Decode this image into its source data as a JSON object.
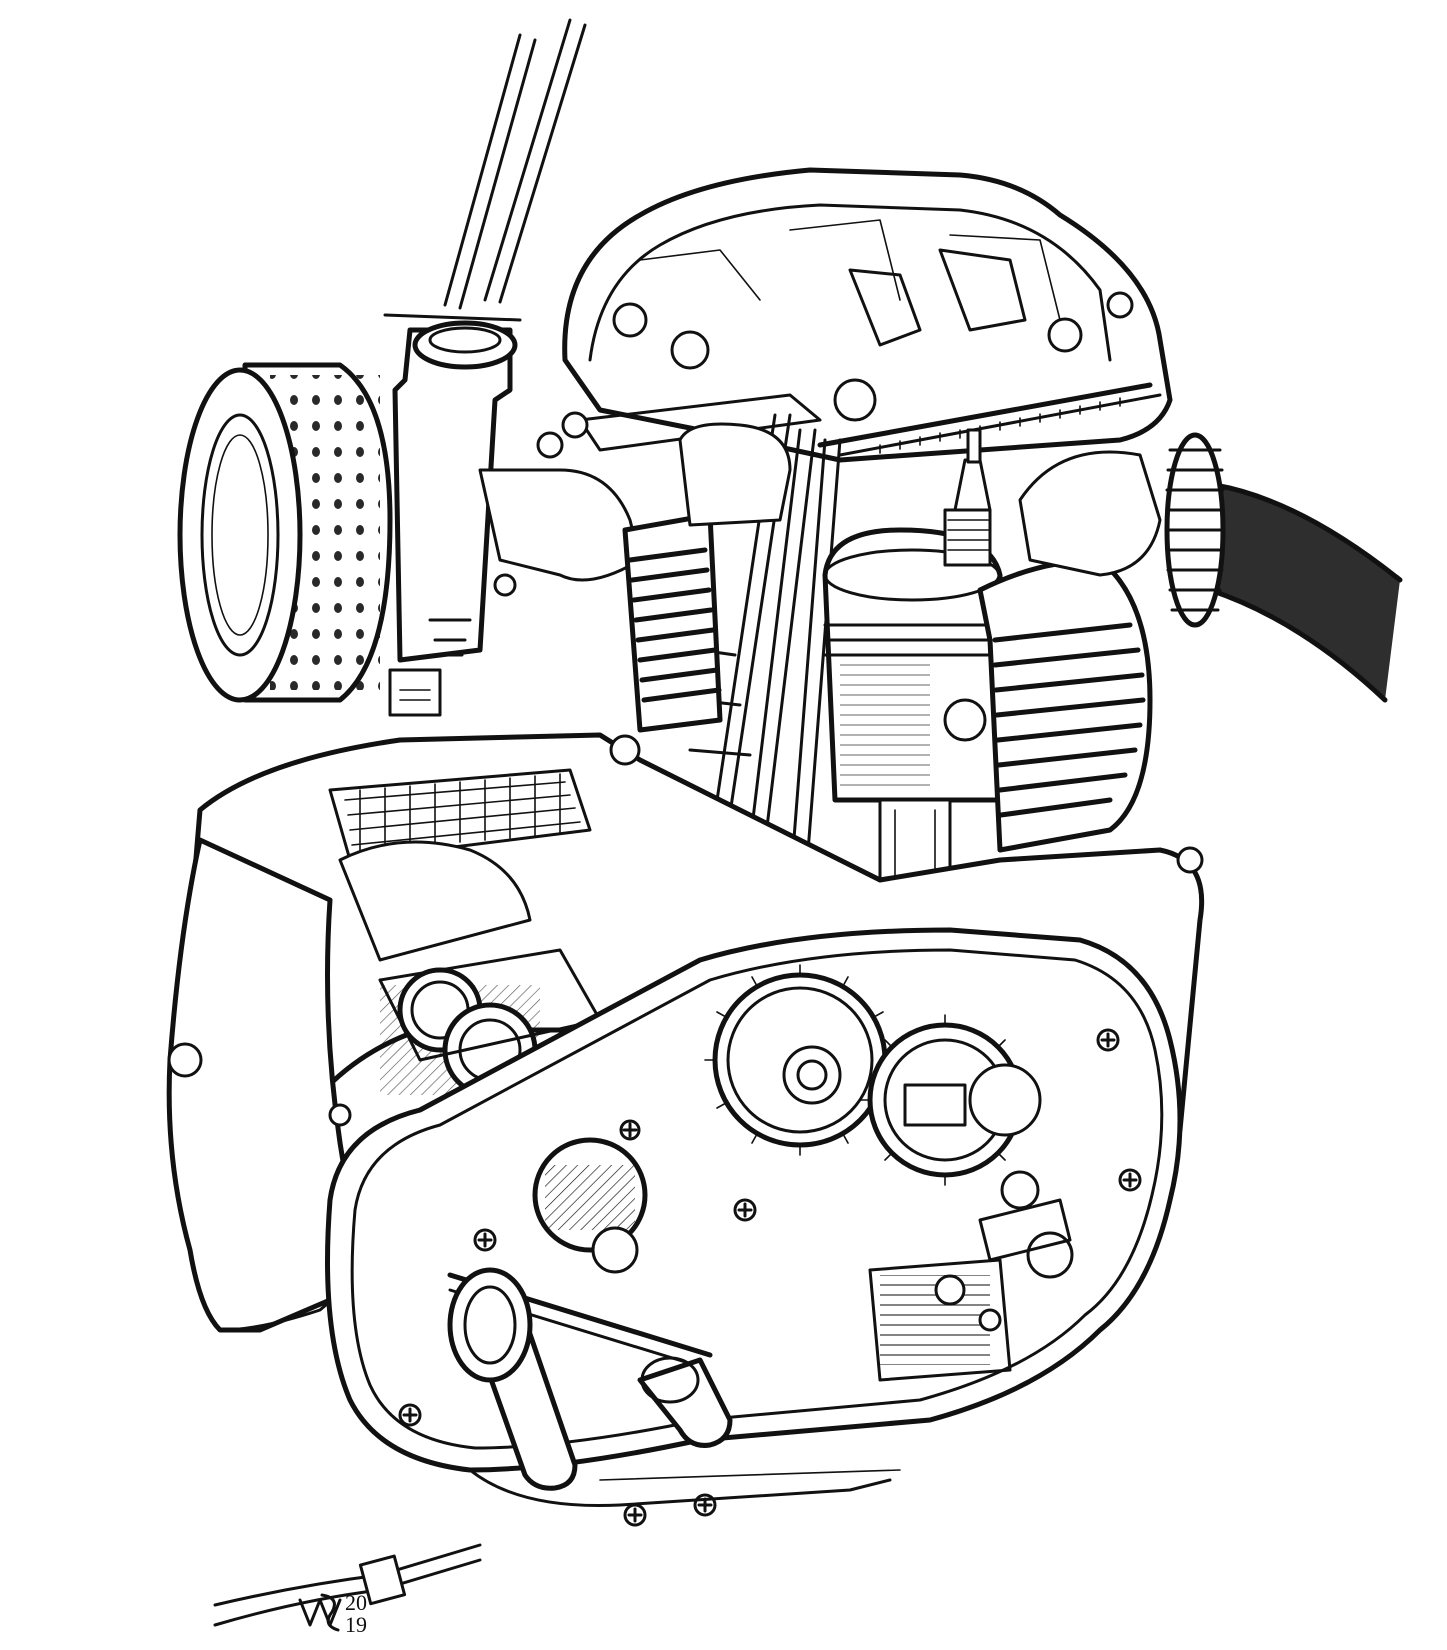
{
  "illustration": {
    "subject": "engine-cutaway",
    "style": "pen-and-ink line drawing",
    "background_color": "#ffffff",
    "ink_color": "#111111",
    "signature": "ᵂᴶ 20 19"
  }
}
